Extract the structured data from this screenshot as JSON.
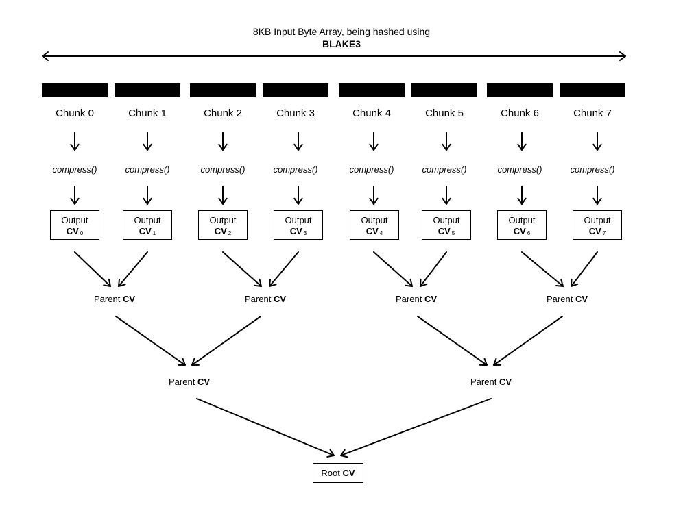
{
  "title": {
    "line1": "8KB Input Byte Array, being hashed using",
    "line2": "BLAKE3"
  },
  "chunks": [
    {
      "label": "Chunk 0",
      "op": "compress()",
      "out_word": "Output",
      "cv": "CV",
      "sub": "0"
    },
    {
      "label": "Chunk 1",
      "op": "compress()",
      "out_word": "Output",
      "cv": "CV",
      "sub": "1"
    },
    {
      "label": "Chunk 2",
      "op": "compress()",
      "out_word": "Output",
      "cv": "CV",
      "sub": "2"
    },
    {
      "label": "Chunk 3",
      "op": "compress()",
      "out_word": "Output",
      "cv": "CV",
      "sub": "3"
    },
    {
      "label": "Chunk 4",
      "op": "compress()",
      "out_word": "Output",
      "cv": "CV",
      "sub": "4"
    },
    {
      "label": "Chunk 5",
      "op": "compress()",
      "out_word": "Output",
      "cv": "CV",
      "sub": "5"
    },
    {
      "label": "Chunk 6",
      "op": "compress()",
      "out_word": "Output",
      "cv": "CV",
      "sub": "6"
    },
    {
      "label": "Chunk 7",
      "op": "compress()",
      "out_word": "Output",
      "cv": "CV",
      "sub": "7"
    }
  ],
  "parents_level1": [
    {
      "prefix": "Parent",
      "cv": "CV"
    },
    {
      "prefix": "Parent",
      "cv": "CV"
    },
    {
      "prefix": "Parent",
      "cv": "CV"
    },
    {
      "prefix": "Parent",
      "cv": "CV"
    }
  ],
  "parents_level2": [
    {
      "prefix": "Parent",
      "cv": "CV"
    },
    {
      "prefix": "Parent",
      "cv": "CV"
    }
  ],
  "root": {
    "prefix": "Root",
    "cv": "CV"
  }
}
